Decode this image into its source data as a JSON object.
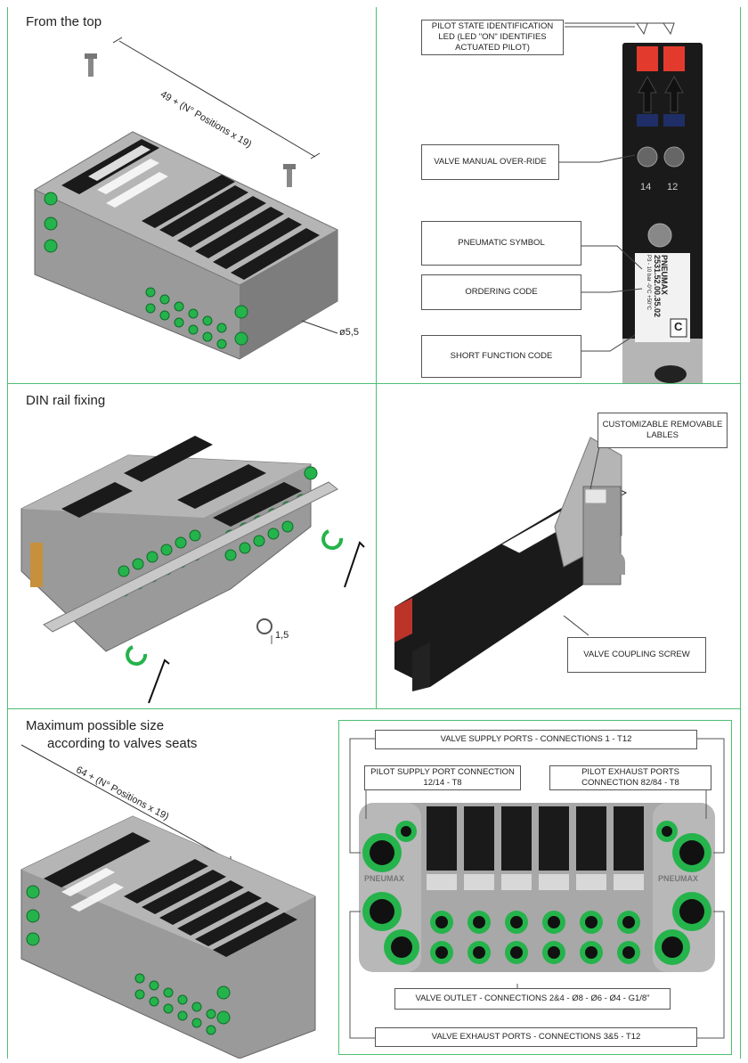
{
  "sections": {
    "top_view": {
      "title": "From the top",
      "dimension": "49 + (N° Positions x 19)",
      "hole": "ø5,5"
    },
    "led_panel": {
      "callouts": [
        "PILOT STATE IDENTIFICATION LED (LED \"ON\" IDENTIFIES ACTUATED PILOT)",
        "VALVE MANUAL OVER-RIDE",
        "PNEUMATIC SYMBOL",
        "ORDERING CODE",
        "SHORT FUNCTION CODE"
      ],
      "module_labels": {
        "brand": "PNEUMAX",
        "code": "2531.52.00.35.02",
        "spec": "P3 - 10 bar -0°C +50°C",
        "function": "C",
        "op14": "14",
        "op12": "12"
      }
    },
    "din_rail": {
      "title": "DIN rail fixing",
      "dimension": "1,5"
    },
    "labels_panel": {
      "callouts": [
        "CUSTOMIZABLE REMOVABLE LABLES",
        "VALVE COUPLING SCREW"
      ]
    },
    "max_size": {
      "title_line1": "Maximum possible size",
      "title_line2": "according to valves seats",
      "dimension": "64 + (N° Positions x 19)"
    },
    "connections": {
      "callouts": [
        "VALVE SUPPLY PORTS - CONNECTIONS 1 - T12",
        "PILOT SUPPLY PORT CONNECTION 12/14 - T8",
        "PILOT EXHAUST PORTS CONNECTION 82/84 - T8",
        "VALVE OUTLET - CONNECTIONS 2&4 - Ø8 - Ø6 - Ø4 - G1/8\"",
        "VALVE EXHAUST PORTS - CONNECTIONS 3&5 - T12"
      ],
      "brand_left": "PNEUMAX",
      "brand_right": "PNEUMAX"
    }
  },
  "colors": {
    "divider": "#4fbf72",
    "fitting_green": "#25b34b",
    "body_gray": "#9a9a9a",
    "valve_black": "#1a1a1a"
  }
}
